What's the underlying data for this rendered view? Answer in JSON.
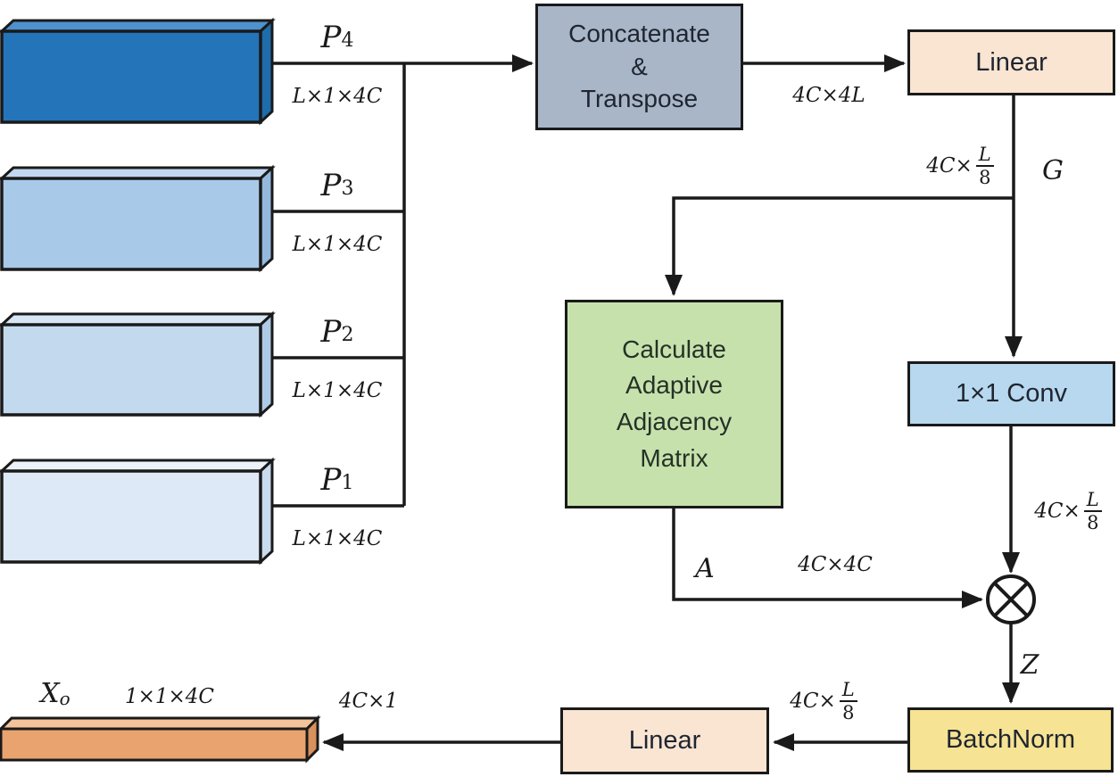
{
  "palette": {
    "line": "#1a1a1a",
    "background": "#ffffff"
  },
  "inputs": [
    {
      "name_base": "P",
      "name_sub": "4",
      "dim": "L×1×4C",
      "colors": {
        "front": "#2474b9",
        "top": "#4e91cc",
        "side": "#1f6cab"
      }
    },
    {
      "name_base": "P",
      "name_sub": "3",
      "dim": "L×1×4C",
      "colors": {
        "front": "#a9c9e9",
        "top": "#c2d8f0",
        "side": "#94b9dd"
      }
    },
    {
      "name_base": "P",
      "name_sub": "2",
      "dim": "L×1×4C",
      "colors": {
        "front": "#c3daee",
        "top": "#d7e6f5",
        "side": "#aecbe5"
      }
    },
    {
      "name_base": "P",
      "name_sub": "1",
      "dim": "L×1×4C",
      "colors": {
        "front": "#dde9f6",
        "top": "#ebf2fa",
        "side": "#c9dbee"
      }
    }
  ],
  "blocks": {
    "concatenate": {
      "line1": "Concatenate",
      "line2": "&",
      "line3": "Transpose",
      "fill": "#a8b6c8"
    },
    "linear_top": {
      "label": "Linear",
      "fill": "#f9e5d2"
    },
    "adjacency": {
      "line1": "Calculate",
      "line2": "Adaptive",
      "line3": "Adjacency",
      "line4": "Matrix",
      "fill": "#c7e1ad"
    },
    "conv": {
      "label": "1×1 Conv",
      "fill": "#b7d8ee"
    },
    "batchnorm": {
      "label": "BatchNorm",
      "fill": "#f6e393"
    },
    "linear_bottom": {
      "label": "Linear",
      "fill": "#f9e5d2"
    }
  },
  "labels": {
    "concat_out_dim": "4C×4L",
    "g_var": "G",
    "g_dim_prefix": "4C×",
    "g_dim_numerator": "L",
    "g_dim_denominator": "8",
    "conv_out_prefix": "4C×",
    "conv_out_numerator": "L",
    "conv_out_denominator": "8",
    "a_var": "A",
    "a_dim": "4C×4C",
    "z_var": "Z",
    "bn_out_prefix": "4C×",
    "bn_out_numerator": "L",
    "bn_out_denominator": "8",
    "linear_out_dim": "4C×1",
    "output_base": "X",
    "output_sub": "o",
    "output_dim": "1×1×4C",
    "operator_symbol": "⊗"
  },
  "output_bar": {
    "colors": {
      "front": "#e9a36e",
      "top": "#f3c49a",
      "side": "#d8905c"
    }
  }
}
